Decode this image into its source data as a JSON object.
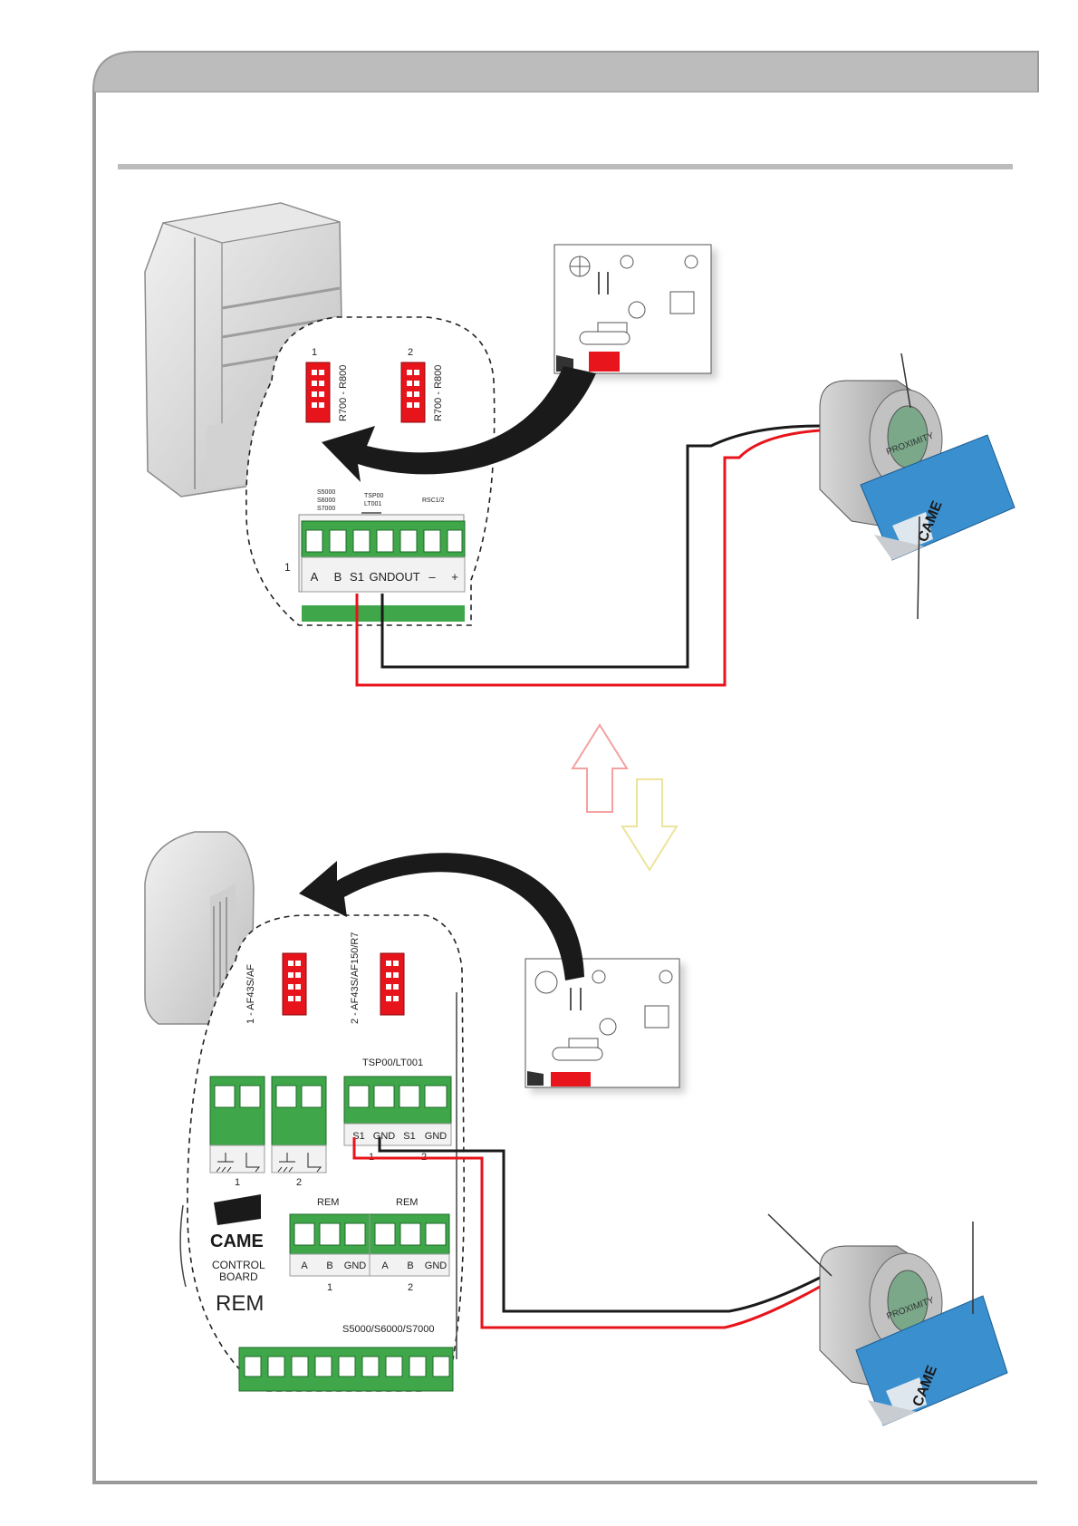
{
  "header": {
    "title": "",
    "accent_color": "#b9b9b9"
  },
  "top_diagram": {
    "connector_1_number": "1",
    "connector_2_number": "2",
    "connector_1_label": "R700 - R800",
    "connector_2_label": "R700 - R800",
    "label_s5000": "S5000",
    "label_s6000": "S6000",
    "label_s7000": "S7000",
    "label_tsp00": "TSP00",
    "label_lt001": "LT001",
    "label_rsc": "RSC1/2",
    "terminal_group_number": "1",
    "terminals": [
      "A",
      "B",
      "S1",
      "GND",
      "OUT",
      "–",
      "+"
    ]
  },
  "bottom_diagram": {
    "connector_1_label": "1 - AF43S/AF",
    "connector_2_label": "2 - AF43S/AF150/R7",
    "tsp_label": "TSP00/LT001",
    "ground_group_numbers": [
      "1",
      "2"
    ],
    "tsp_terminals": [
      "S1",
      "GND",
      "S1",
      "GND"
    ],
    "tsp_group_numbers": [
      "1",
      "2"
    ],
    "rem_labels": [
      "REM",
      "REM"
    ],
    "rem_terminals": [
      "A",
      "B",
      "GND",
      "A",
      "B",
      "GND"
    ],
    "rem_group_numbers": [
      "1",
      "2"
    ],
    "brand": "CAME",
    "control_board_line1": "CONTROL",
    "control_board_line2": "BOARD",
    "board_name": "REM",
    "bottom_label": "S5000/S6000/S7000"
  },
  "reader": {
    "brand_text": "PROXIMITY"
  },
  "card": {
    "brand": "CAME",
    "color": "#3a8fcf"
  },
  "wire_colors": {
    "red": "#e8141b",
    "black": "#1a1a1a"
  }
}
